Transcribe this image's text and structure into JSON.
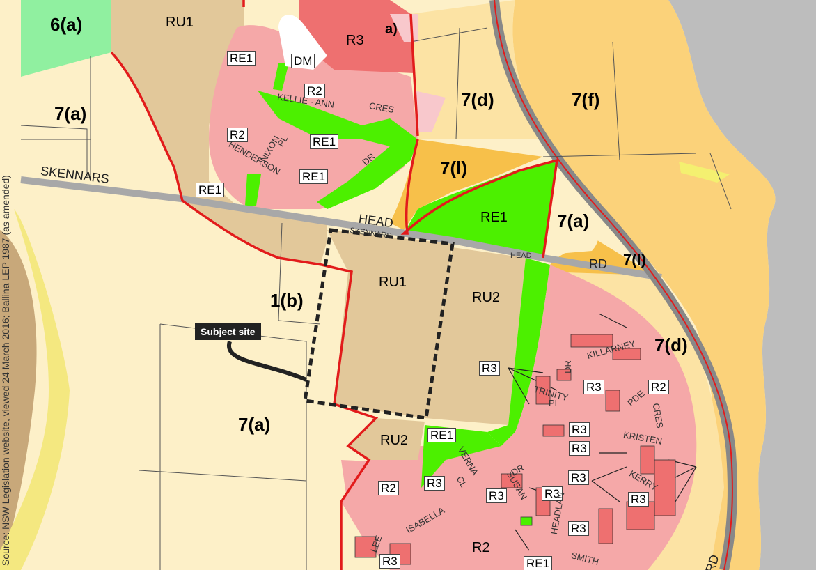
{
  "source": "Source: NSW Legislation website, viewed 24 March 2016; Ballina LEP 1987 (as amended)",
  "subject_label": "Subject site",
  "colors": {
    "rural_7a": "#fdf0c8",
    "rural_7d": "#fce3a4",
    "rural_7f": "#fbd27a",
    "zone_7l": "#f7c04a",
    "residential_R2": "#f5a8a8",
    "residential_R3": "#ee7070",
    "recreation_RE1": "#4cf000",
    "rural_RU": "#e2c89a",
    "environmental_6a": "#90f0a0",
    "zone_boundary": "#e21b1b",
    "road": "#a8a8a8",
    "water": "#bdbdbd",
    "subject_outline": "#222222"
  },
  "zones": {
    "z6a": "6(a)",
    "ru1_top": "RU1",
    "r3_top": "R3",
    "a_top": "a)",
    "re1_a": "RE1",
    "dm": "DM",
    "r2_a": "R2",
    "z7d_top": "7(d)",
    "z7f": "7(f)",
    "z7a_left": "7(a)",
    "r2_b": "R2",
    "re1_b": "RE1",
    "re1_c": "RE1",
    "z7l": "7(l)",
    "re1_d": "RE1",
    "re1_e": "RE1",
    "z7a_mid": "7(a)",
    "z7l_b": "7(l)",
    "ru1_site": "RU1",
    "ru2_a": "RU2",
    "z1b": "1(b)",
    "z7d_right": "7(d)",
    "r3_a": "R3",
    "r3_b": "R3",
    "r2_c": "R2",
    "r3_c": "R3",
    "r3_d": "R3",
    "z7a_low": "7(a)",
    "ru2_b": "RU2",
    "re1_f": "RE1",
    "r3_e": "R3",
    "r3_f": "R3",
    "r2_d": "R2",
    "r3_g": "R3",
    "r3_h": "R3",
    "r3_i": "R3",
    "r3_j": "R3",
    "r2_e": "R2",
    "re1_g": "RE1",
    "r3_k": "R3"
  },
  "roads": {
    "skennars": "SKENNARS",
    "head": "HEAD",
    "rd": "RD",
    "kellie_ann": "KELLIE - ANN",
    "cres": "CRES",
    "henderson": "HENDERSON",
    "nixon": "NIXON",
    "pl": "PL",
    "dr": "DR",
    "skennars_small": "SKENNARS",
    "head_small": "HEAD",
    "killarney": "KILLARNEY",
    "dr2": "DR",
    "trinity": "TRINITY",
    "pl2": "PL",
    "pde": "PDE",
    "cres2": "CRES",
    "kristen": "KRISTEN",
    "verna": "VERNA",
    "cl": "CL",
    "dr3": "DR",
    "susan": "SUSAN",
    "isabella": "ISABELLA",
    "lee": "LEE",
    "headlan": "HEADLAN",
    "smith": "SMITH",
    "kerry": "KERRY",
    "rd2": "RD"
  }
}
